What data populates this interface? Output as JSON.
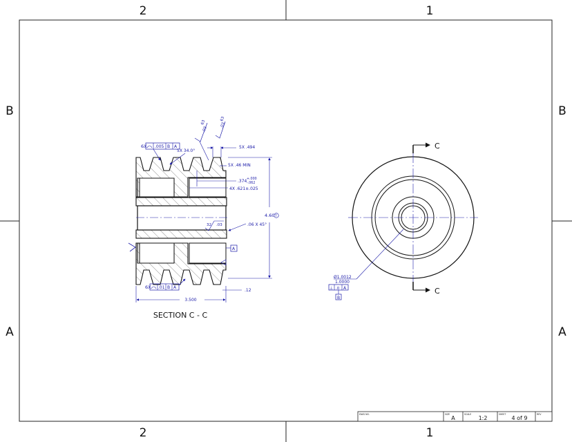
{
  "zones": {
    "top_left": "2",
    "top_right": "1",
    "bottom_left": "2",
    "bottom_right": "1",
    "left_upper": "B",
    "left_lower": "A",
    "right_upper": "B",
    "right_lower": "A"
  },
  "section_view": {
    "title": "SECTION C - C",
    "fcf_top": {
      "count": "6X",
      "tol": ".005",
      "datum1": "B",
      "datum2": "A"
    },
    "fcf_bottom": {
      "count": "6X",
      "tol": ".01",
      "datum1": "B",
      "datum2": "A"
    },
    "angle_callout": "5X 34.0°",
    "groove_pitch": "5X .494",
    "groove_min": "5X .46 MIN",
    "depth_value": ".374",
    "depth_tol_plus": "+.000",
    "depth_tol_minus": "-.062",
    "groove_width": "4X .621±.025",
    "overall_height": "4.60",
    "overall_height_mark": "T",
    "chamfer": ".06 X 45°",
    "finish_left": "32",
    "finish_right": ".03",
    "finish_top_a": ".03",
    "finish_top_a_val": "63",
    "finish_top_b": ".03",
    "finish_top_b_val": "63",
    "datum_a": "A",
    "width_dim": "3.500",
    "offset_dim": ".12"
  },
  "front_view": {
    "cut_label_top": "C",
    "cut_label_bottom": "C",
    "bore_dia": "Ø1.0012",
    "bore_dia_2": "1.0000",
    "bore_fcf_sym": "⊥",
    "bore_fcf_tol": ".0",
    "bore_fcf_datum": "A",
    "datum_b": "B"
  },
  "title_block": {
    "dwg_no_label": "DWG NO.",
    "size_label": "SIZE",
    "size": "A",
    "scale_label": "SCALE",
    "scale": "1:2",
    "sheet_label": "SHEET",
    "sheet": "4 of 9",
    "rev_label": "REV"
  }
}
